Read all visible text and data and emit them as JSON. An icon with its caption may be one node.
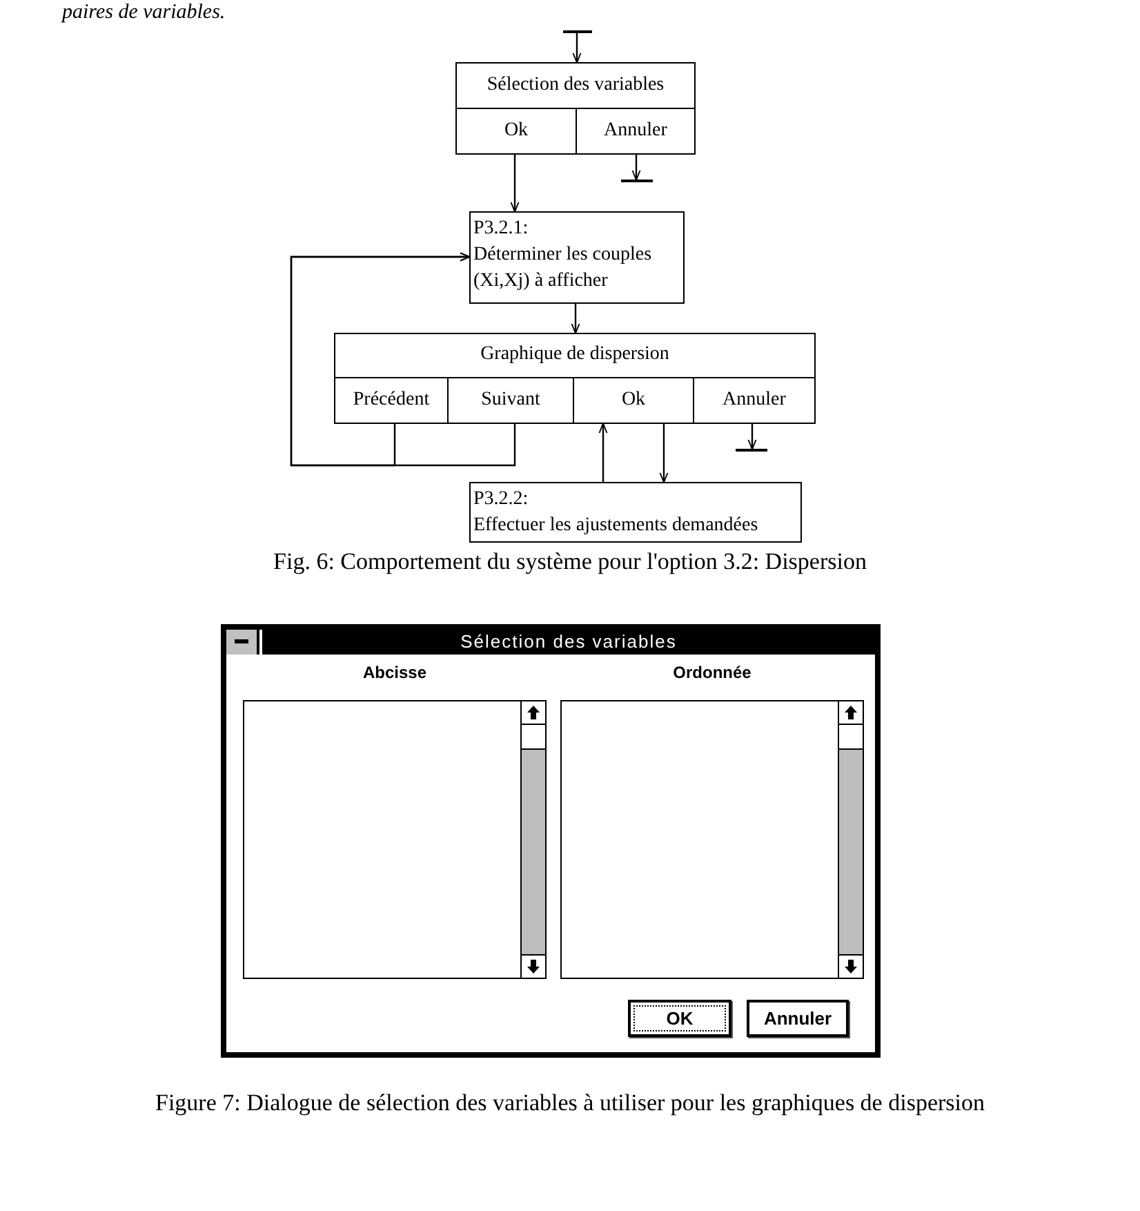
{
  "diagram": {
    "nodes": [
      {
        "text": [],
        "shape": "bar"
      },
      {
        "text": [
          "Sélection des variables"
        ]
      },
      {
        "text": [
          "Ok"
        ],
        "in": 1
      },
      {
        "text": [
          "Annuler"
        ],
        "in": 1
      },
      {
        "text": [],
        "shape": "bar"
      },
      {
        "text": [
          "P3.2.1:",
          "Déterminer les couples (Xi,Xj) à afficher"
        ]
      },
      {
        "text": [
          "Graphique de dispersion"
        ]
      },
      {
        "text": [
          "Précédent"
        ],
        "in": 6
      },
      {
        "text": [
          "Suivant"
        ],
        "in": 6
      },
      {
        "text": [
          "Ok"
        ],
        "in": 6
      },
      {
        "text": [
          "Annuler"
        ],
        "in": 6
      },
      {
        "text": [],
        "shape": "bar"
      },
      {
        "text": [
          "P3.2.2:",
          "Effectuer les ajustements demandées"
        ]
      },
      {
        "text": [
          "Sélection des variables"
        ]
      },
      {
        "text": [
          "Abcisse"
        ],
        "in": 13
      },
      {
        "text": [
          "Ordonnée"
        ],
        "in": 13
      },
      {
        "text": [
          "OK"
        ],
        "in": 13
      },
      {
        "text": [
          "Annuler"
        ],
        "in": 13
      }
    ],
    "edges": [
      {
        "from": 0,
        "to": 1,
        "arrow": "to"
      },
      {
        "from": 2,
        "to": 5,
        "arrow": "to"
      },
      {
        "from": 3,
        "to": 4,
        "arrow": "to"
      },
      {
        "from": 5,
        "to": 6,
        "arrow": "to"
      },
      {
        "from": 7,
        "to": 5,
        "arrow": "to"
      },
      {
        "from": 8,
        "to": 5,
        "arrow": "to"
      },
      {
        "from": 12,
        "to": 9,
        "arrow": "to"
      },
      {
        "from": 9,
        "to": 12,
        "arrow": "to"
      },
      {
        "from": 10,
        "to": 11,
        "arrow": "to"
      }
    ],
    "labels": [
      "paires de variables.",
      "Fig. 6: Comportement du système pour l'option 3.2: Dispersion",
      "Figure 7: Dialogue de sélection des variables à utiliser pour les graphiques de dispersion"
    ]
  }
}
